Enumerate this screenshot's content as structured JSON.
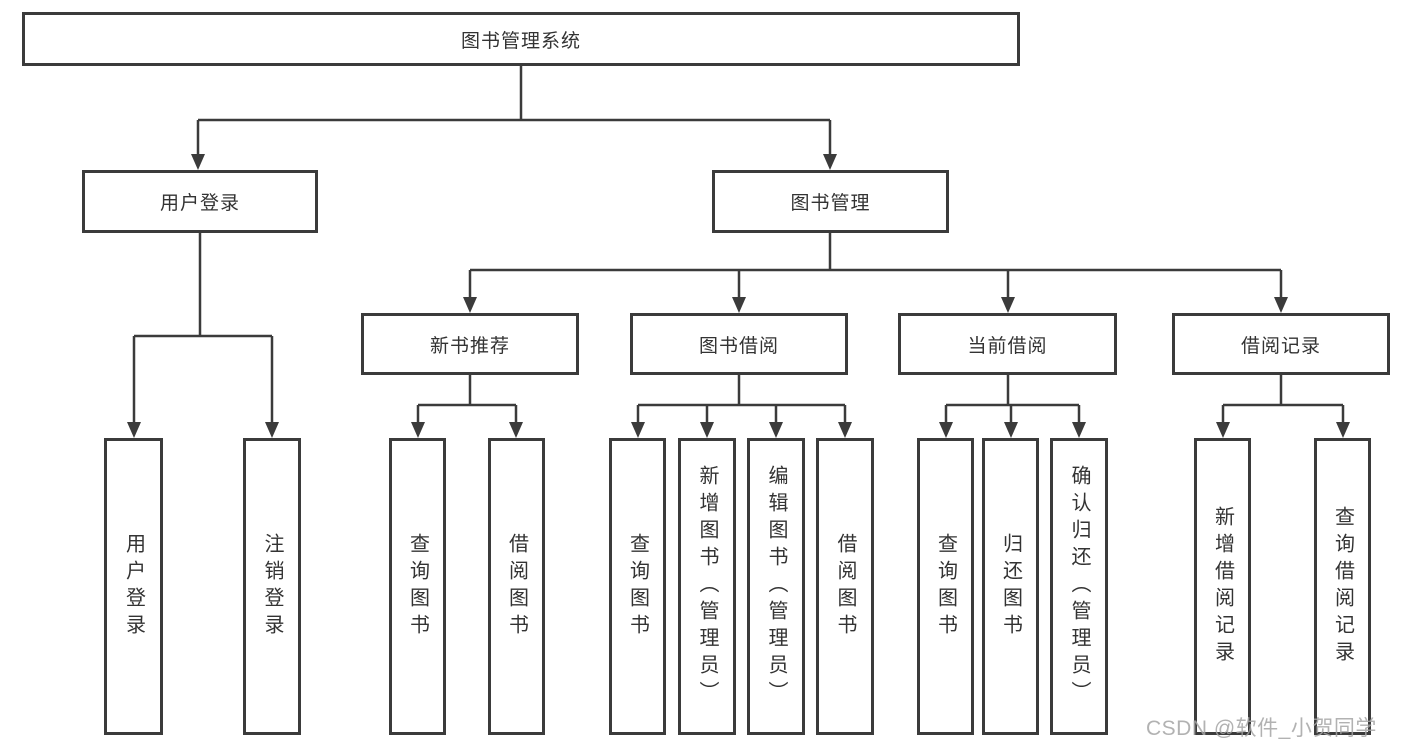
{
  "diagram_title": "图书管理系统",
  "tree": {
    "label": "图书管理系统",
    "children": [
      {
        "label": "用户登录",
        "children": [
          {
            "label": "用户登录"
          },
          {
            "label": "注销登录"
          }
        ]
      },
      {
        "label": "图书管理",
        "children": [
          {
            "label": "新书推荐",
            "children": [
              {
                "label": "查询图书"
              },
              {
                "label": "借阅图书"
              }
            ]
          },
          {
            "label": "图书借阅",
            "children": [
              {
                "label": "查询图书"
              },
              {
                "label": "新增图书（管理员）"
              },
              {
                "label": "编辑图书（管理员）"
              },
              {
                "label": "借阅图书"
              }
            ]
          },
          {
            "label": "当前借阅",
            "children": [
              {
                "label": "查询图书"
              },
              {
                "label": "归还图书"
              },
              {
                "label": "确认归还（管理员）"
              }
            ]
          },
          {
            "label": "借阅记录",
            "children": [
              {
                "label": "新增借阅记录"
              },
              {
                "label": "查询借阅记录"
              }
            ]
          }
        ]
      }
    ]
  },
  "watermark": "CSDN @软件_小贺同学",
  "colors": {
    "line": "#3b3b3b",
    "box_border": "#3b3b3b",
    "text": "#333333",
    "watermark": "#a4a4a4",
    "background": "#ffffff"
  }
}
